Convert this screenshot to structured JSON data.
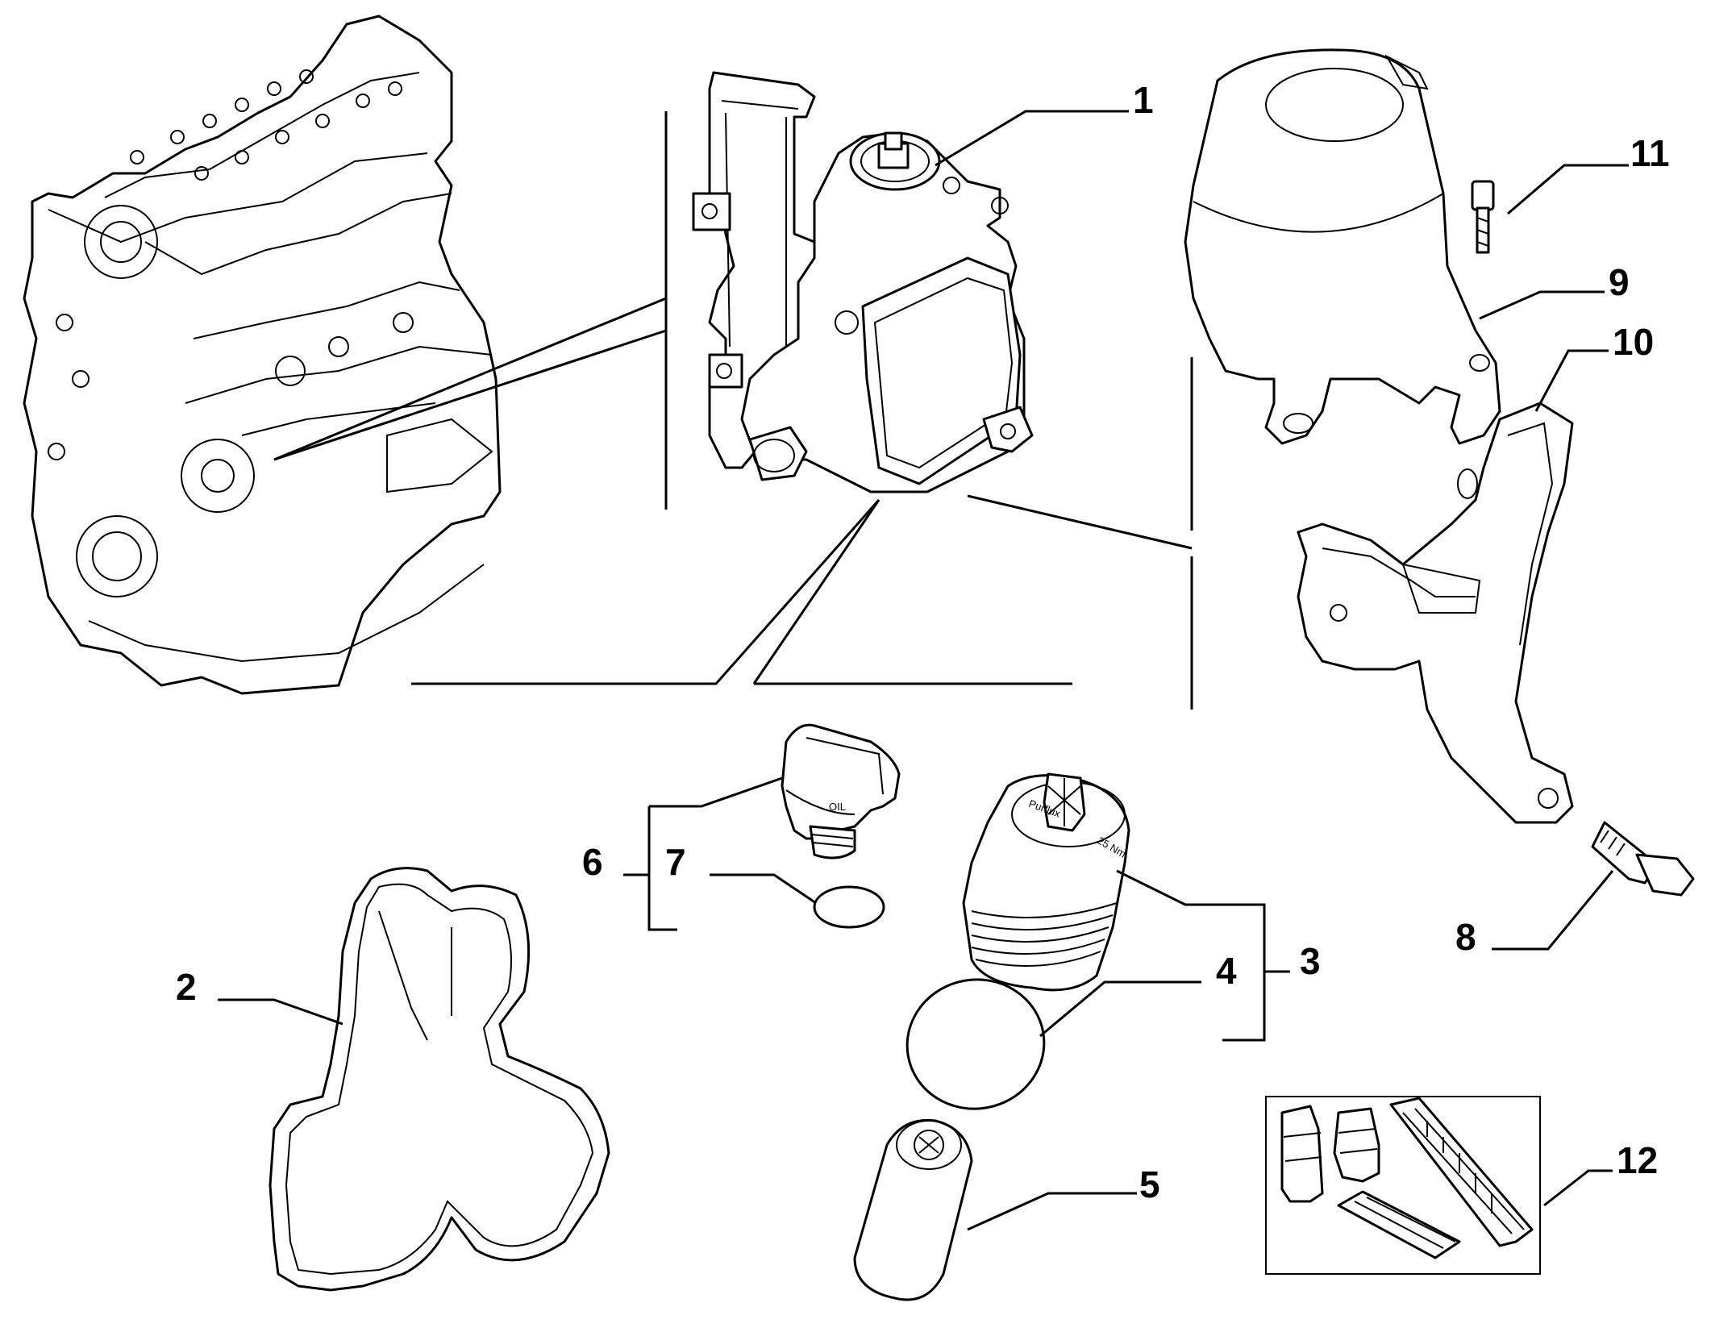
{
  "callouts": {
    "c1": "1",
    "c2": "2",
    "c3": "3",
    "c4": "4",
    "c5": "5",
    "c6": "6",
    "c7": "7",
    "c8": "8",
    "c9": "9",
    "c10": "10",
    "c11": "11",
    "c12": "12"
  },
  "part_markings": {
    "filter_cap_brand": "Purflux",
    "filter_cap_torque": "25 Nm",
    "oil_cap_marking": "OIL"
  },
  "colors": {
    "line": "#000000",
    "background": "#ffffff"
  }
}
